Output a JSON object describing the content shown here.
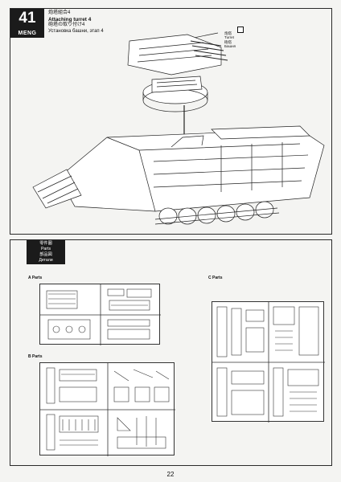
{
  "step": {
    "number": "41",
    "brand": "MENG",
    "title_zh": "炮塔組合4",
    "title_en": "Attaching turret 4",
    "title_ja": "砲塔の取り付け4",
    "title_ru": "Установка башни, этап 4",
    "callout": {
      "lines": [
        "炮塔",
        "Turret",
        "砲塔",
        "Башня"
      ],
      "icon": "glue-icon"
    }
  },
  "parts": {
    "header_lines": [
      "零件圖",
      "Parts",
      "部品図",
      "Детали"
    ],
    "sprues": [
      {
        "label": "A Parts"
      },
      {
        "label": "B Parts"
      },
      {
        "label": "C Parts"
      }
    ]
  },
  "page_number": "22"
}
